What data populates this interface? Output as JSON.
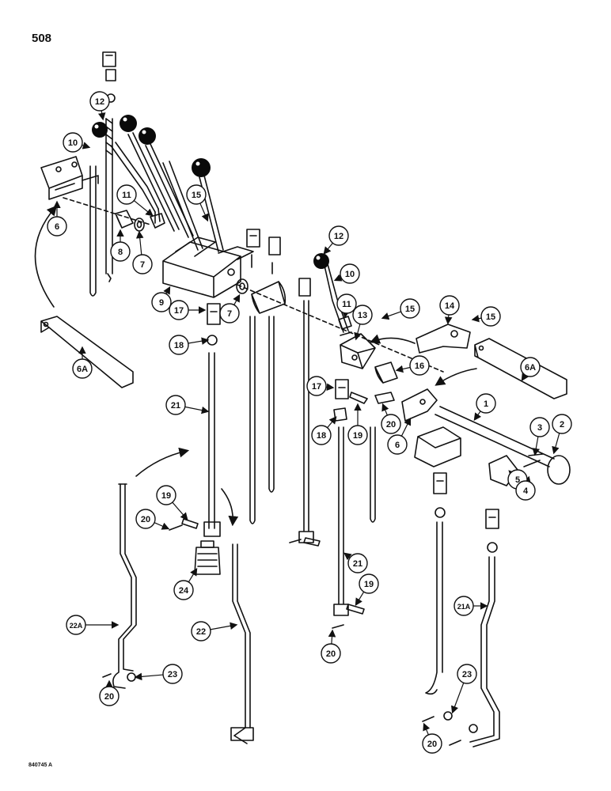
{
  "page_number": "508",
  "figure_id": "840745 A",
  "callouts": [
    {
      "id": "c12a",
      "label": "12"
    },
    {
      "id": "c10a",
      "label": "10"
    },
    {
      "id": "c6a",
      "label": "6"
    },
    {
      "id": "c11a",
      "label": "11"
    },
    {
      "id": "c15a",
      "label": "15"
    },
    {
      "id": "c8",
      "label": "8"
    },
    {
      "id": "c7a",
      "label": "7"
    },
    {
      "id": "c9",
      "label": "9"
    },
    {
      "id": "c7b",
      "label": "7"
    },
    {
      "id": "c17a",
      "label": "17"
    },
    {
      "id": "c18a",
      "label": "18"
    },
    {
      "id": "c6Aa",
      "label": "6A"
    },
    {
      "id": "c21a",
      "label": "21"
    },
    {
      "id": "c12b",
      "label": "12"
    },
    {
      "id": "c10b",
      "label": "10"
    },
    {
      "id": "c11b",
      "label": "11"
    },
    {
      "id": "c13",
      "label": "13"
    },
    {
      "id": "c15b",
      "label": "15"
    },
    {
      "id": "c14",
      "label": "14"
    },
    {
      "id": "c15c",
      "label": "15"
    },
    {
      "id": "c16",
      "label": "16"
    },
    {
      "id": "c6Ab",
      "label": "6A"
    },
    {
      "id": "c17b",
      "label": "17"
    },
    {
      "id": "c18b",
      "label": "18"
    },
    {
      "id": "c19a",
      "label": "19"
    },
    {
      "id": "c20a",
      "label": "20"
    },
    {
      "id": "c6b",
      "label": "6"
    },
    {
      "id": "c1",
      "label": "1"
    },
    {
      "id": "c3",
      "label": "3"
    },
    {
      "id": "c2",
      "label": "2"
    },
    {
      "id": "c5",
      "label": "5"
    },
    {
      "id": "c4",
      "label": "4"
    },
    {
      "id": "c19b",
      "label": "19"
    },
    {
      "id": "c20b",
      "label": "20"
    },
    {
      "id": "c24",
      "label": "24"
    },
    {
      "id": "c21b",
      "label": "21"
    },
    {
      "id": "c22A",
      "label": "22A"
    },
    {
      "id": "c22",
      "label": "22"
    },
    {
      "id": "c21A",
      "label": "21A"
    },
    {
      "id": "c19c",
      "label": "19"
    },
    {
      "id": "c20c",
      "label": "20"
    },
    {
      "id": "c23a",
      "label": "23"
    },
    {
      "id": "c20d",
      "label": "20"
    },
    {
      "id": "c23b",
      "label": "23"
    },
    {
      "id": "c20e",
      "label": "20"
    }
  ],
  "colors": {
    "ink": "#111111",
    "paper": "#ffffff",
    "knob": "#0a0a0a"
  }
}
